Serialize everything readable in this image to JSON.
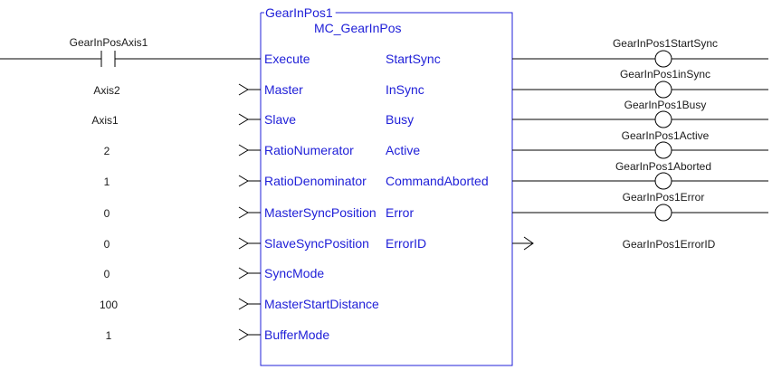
{
  "block": {
    "instance_name": "GearInPos1",
    "type_name": "MC_GearInPos"
  },
  "contact_label": "GearInPosAxis1",
  "inputs": [
    {
      "pin": "Execute",
      "value": ""
    },
    {
      "pin": "Master",
      "value": "Axis2"
    },
    {
      "pin": "Slave",
      "value": "Axis1"
    },
    {
      "pin": "RatioNumerator",
      "value": "2"
    },
    {
      "pin": "RatioDenominator",
      "value": "1"
    },
    {
      "pin": "MasterSyncPosition",
      "value": "0"
    },
    {
      "pin": "SlaveSyncPosition",
      "value": "0"
    },
    {
      "pin": "SyncMode",
      "value": "0"
    },
    {
      "pin": "MasterStartDistance",
      "value": "100"
    },
    {
      "pin": "BufferMode",
      "value": "1"
    }
  ],
  "outputs": [
    {
      "pin": "StartSync",
      "variable": "GearInPos1StartSync"
    },
    {
      "pin": "InSync",
      "variable": "GearInPos1inSync"
    },
    {
      "pin": "Busy",
      "variable": "GearInPos1Busy"
    },
    {
      "pin": "Active",
      "variable": "GearInPos1Active"
    },
    {
      "pin": "CommandAborted",
      "variable": "GearInPos1Aborted"
    },
    {
      "pin": "Error",
      "variable": "GearInPos1Error"
    },
    {
      "pin": "ErrorID",
      "variable": "GearInPos1ErrorID"
    }
  ]
}
